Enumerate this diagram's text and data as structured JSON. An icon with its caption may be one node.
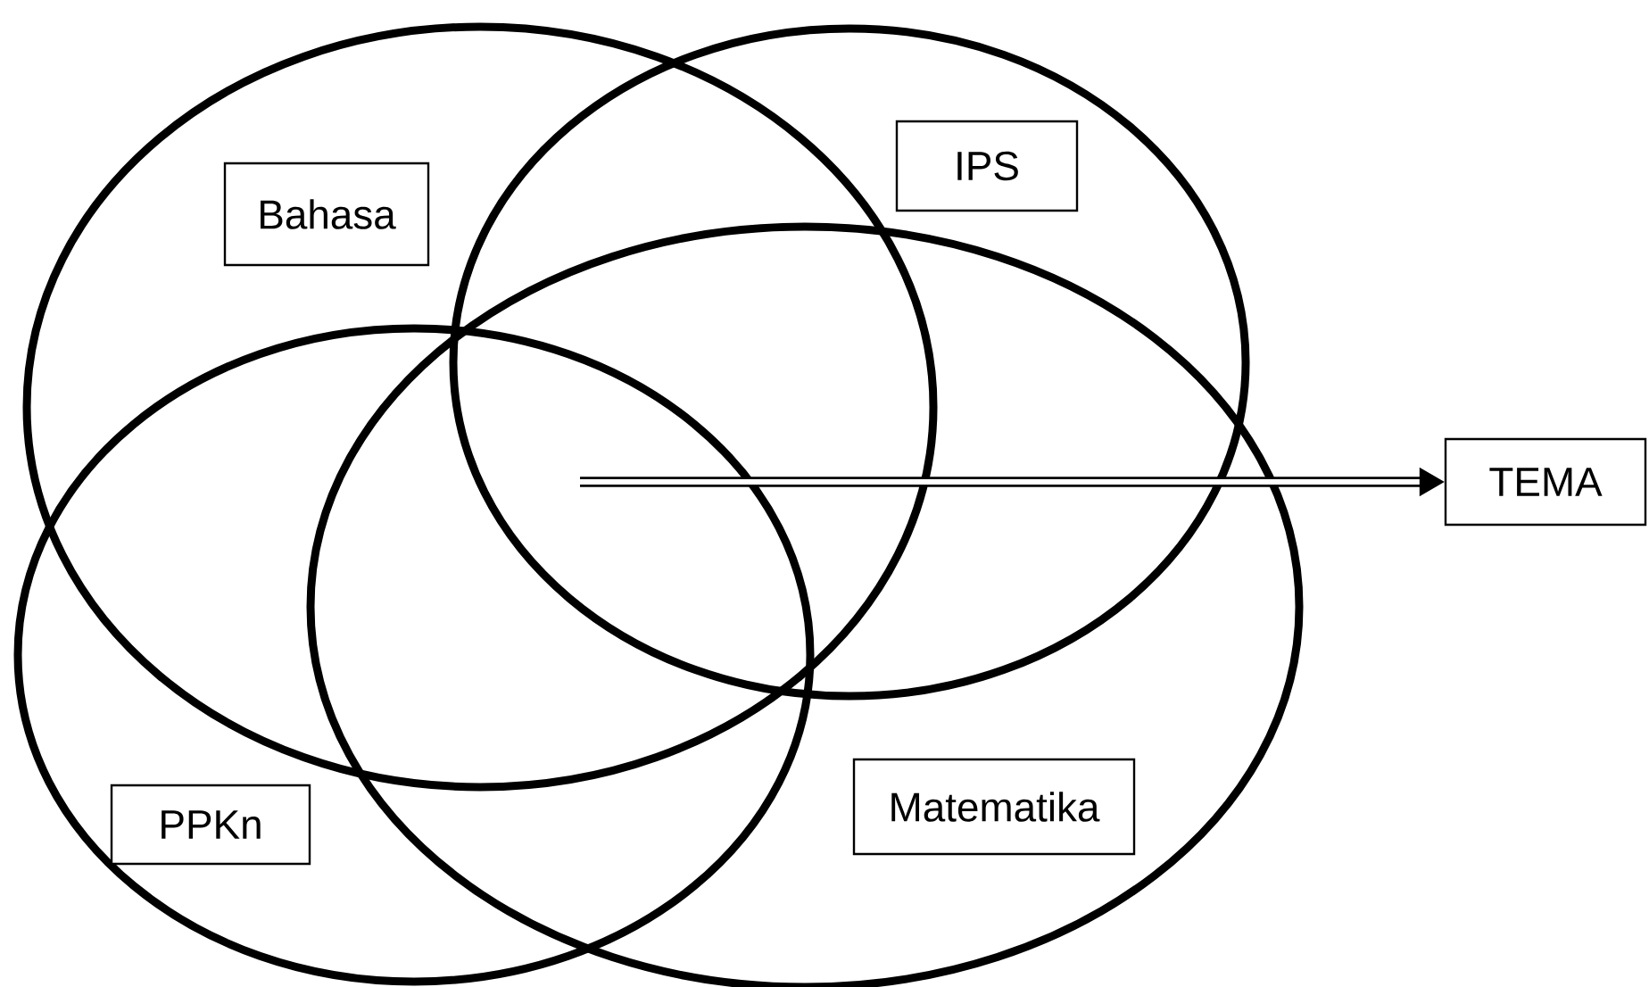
{
  "diagram": {
    "nodes": [
      {
        "text": [],
        "shape": "ellipse"
      },
      {
        "text": [
          "Bahasa"
        ],
        "in": 0
      },
      {
        "text": [],
        "shape": "ellipse"
      },
      {
        "text": [
          "IPS"
        ],
        "in": 2
      },
      {
        "text": [],
        "shape": "ellipse"
      },
      {
        "text": [
          "PPKn"
        ],
        "in": 4
      },
      {
        "text": [],
        "shape": "ellipse"
      },
      {
        "text": [
          "Matematika"
        ],
        "in": 6
      },
      {
        "text": [
          "TEMA"
        ]
      }
    ],
    "edges": [
      {
        "from": null,
        "to": 8,
        "arrow": "to"
      }
    ]
  }
}
